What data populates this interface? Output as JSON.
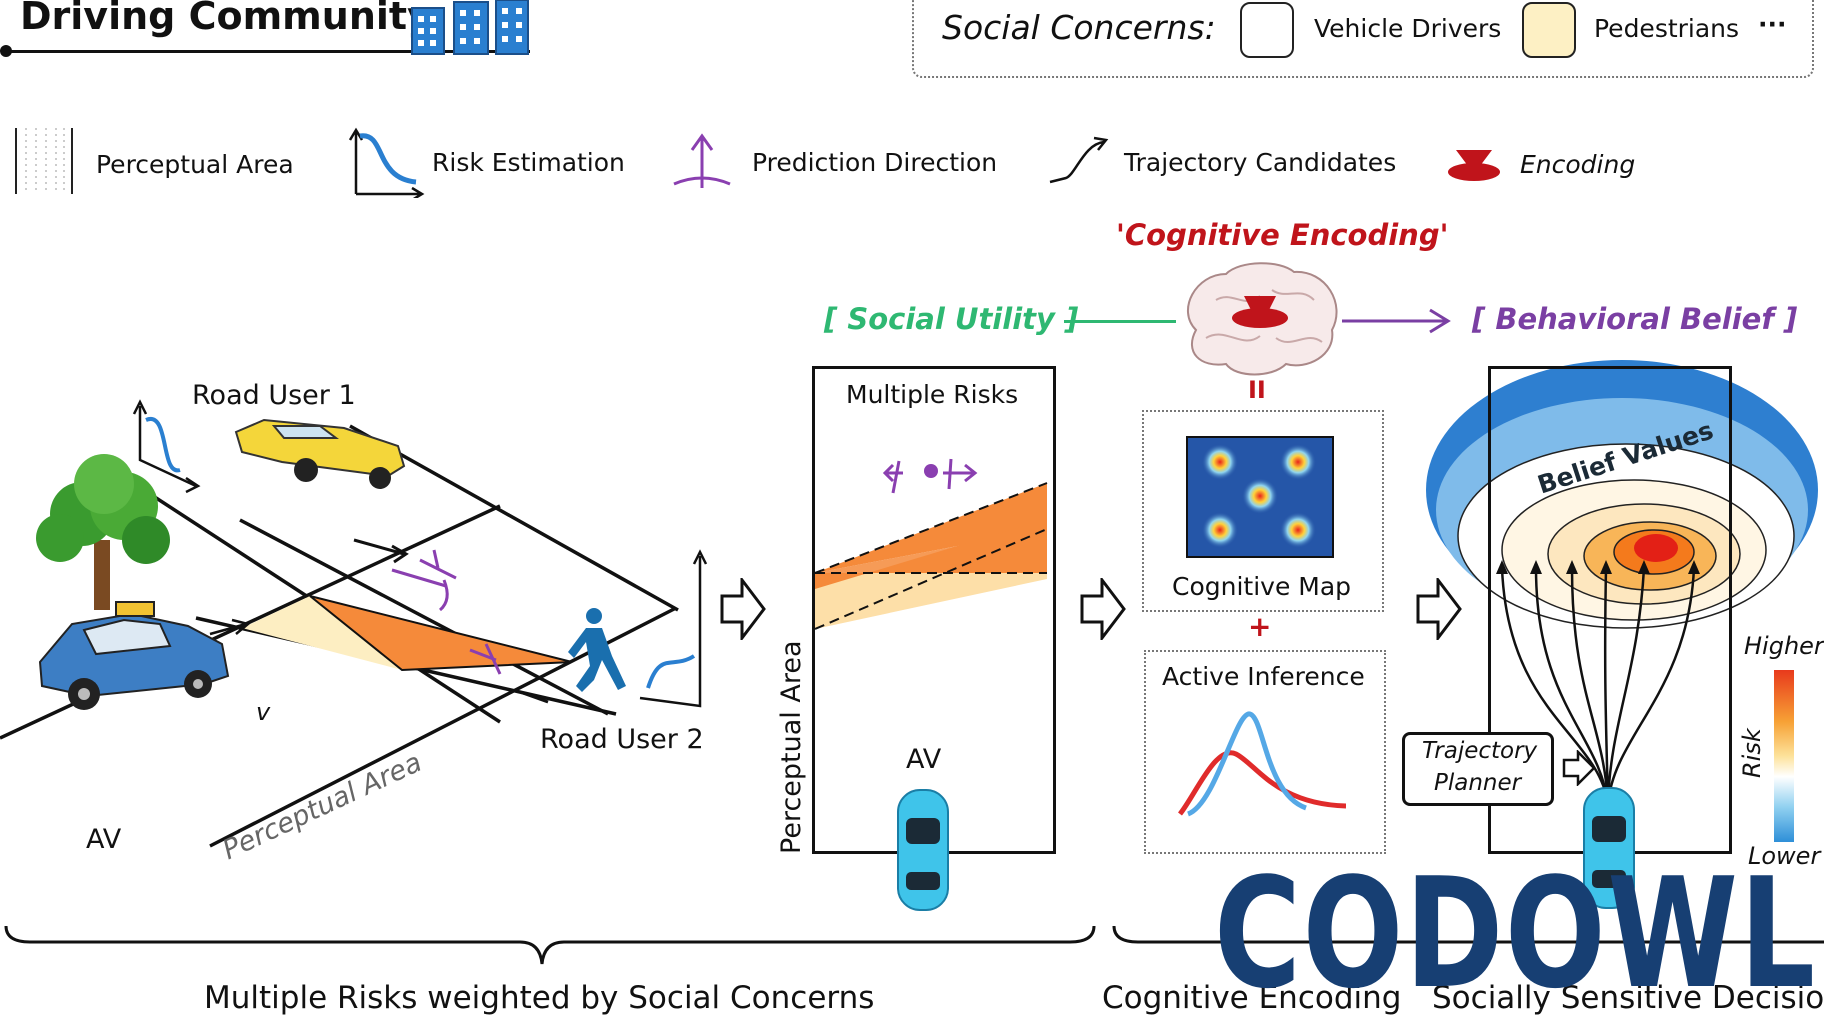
{
  "header": {
    "title": "Driving Community"
  },
  "social_concerns": {
    "label": "Social Concerns:",
    "items": [
      {
        "label": "Vehicle Drivers",
        "color": "#ffffff"
      },
      {
        "label": "Pedestrians",
        "color": "#fdf0c4"
      }
    ],
    "more": "···"
  },
  "legend": {
    "perceptual_area": "Perceptual Area",
    "risk_estimation": "Risk Estimation",
    "prediction_direction": "Prediction Direction",
    "trajectory_candidates": "Trajectory Candidates",
    "encoding": "Encoding"
  },
  "scene": {
    "road_user_1": "Road User 1",
    "road_user_2": "Road User 2",
    "av": "AV",
    "velocity": "v",
    "perceptual_area": "Perceptual Area"
  },
  "risk_panel": {
    "title": "Multiple Risks",
    "axis": "Perceptual Area",
    "av": "AV"
  },
  "cognitive": {
    "encoding_title": "'Cognitive Encoding'",
    "social_utility": "[ Social Utility ]",
    "behavioral_belief": "[ Behavioral Belief ]",
    "cognitive_map": "Cognitive Map",
    "active_inference": "Active Inference",
    "equals": "II",
    "plus": "+"
  },
  "belief": {
    "values": "Belief Values",
    "trajectory_planner_1": "Trajectory",
    "trajectory_planner_2": "Planner",
    "risk_label": "Risk",
    "higher": "Higher",
    "lower": "Lower"
  },
  "bottom": {
    "left": "Multiple Risks weighted by Social Concerns",
    "right_1": "Cognitive Encoding",
    "right_2": "Socially Sensitive Decision"
  },
  "watermark": "CODOWL",
  "colors": {
    "social_utility": "#2eb872",
    "behavioral_belief": "#7a3fa3",
    "encoding_red": "#c0141b",
    "risk_orange": "#f58a3a",
    "belief_blue": "#2e7fd0",
    "car_cyan": "#3fc4ea"
  }
}
